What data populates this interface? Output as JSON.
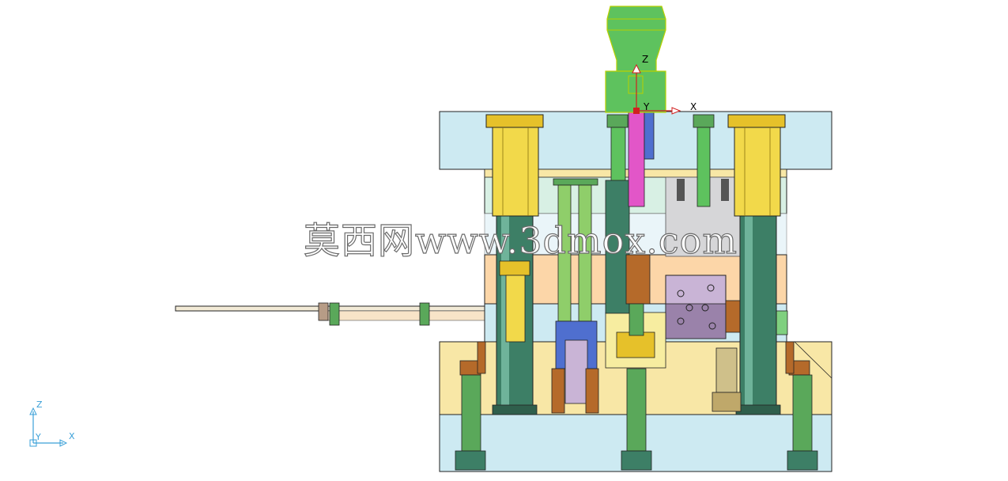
{
  "watermark": {
    "text": "莫西网www.3dmox.com"
  },
  "local_axes": {
    "z": "Z",
    "y": "Y",
    "x": "X"
  },
  "view_triad": {
    "z": "Z",
    "y": "Y",
    "x": "X"
  },
  "colors": {
    "plate_blue": "#cdeaf2",
    "plate_yellow": "#f8e7a6",
    "plate_peach": "#fcd6a8",
    "pillar_green": "#3d7f66",
    "bushing_yellow": "#e6c12a",
    "bolt_green": "#5aa85a",
    "shank_green": "#5ec25e",
    "punch_pink": "#e256c8",
    "cam_purple": "#c9b4d6",
    "punch_blue": "#4f6fcf",
    "brown_part": "#b56a2a",
    "outline": "#222222",
    "axis_red": "#d22020"
  }
}
